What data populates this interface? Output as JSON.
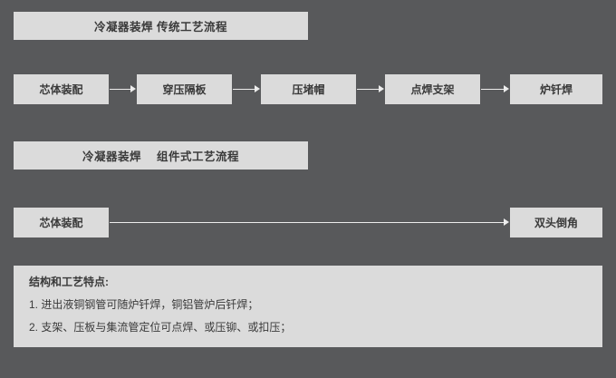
{
  "colors": {
    "background": "#58595B",
    "box": "#DBDBDB",
    "text": "#3A3A3A",
    "arrow": "#EDEDED"
  },
  "traditional_flow": {
    "title": "冷凝器装焊  传统工艺流程",
    "steps": [
      "芯体装配",
      "穿压隔板",
      "压堵帽",
      "点焊支架",
      "炉钎焊"
    ]
  },
  "modular_flow": {
    "title": "冷凝器装焊　 组件式工艺流程",
    "steps": [
      "芯体装配",
      "双头倒角"
    ]
  },
  "notes": {
    "title": "结构和工艺特点:",
    "lines": [
      "1. 进出液铜钢管可随炉钎焊，铜铝管炉后钎焊；",
      "2. 支架、压板与集流管定位可点焊、或压铆、或扣压；"
    ]
  }
}
